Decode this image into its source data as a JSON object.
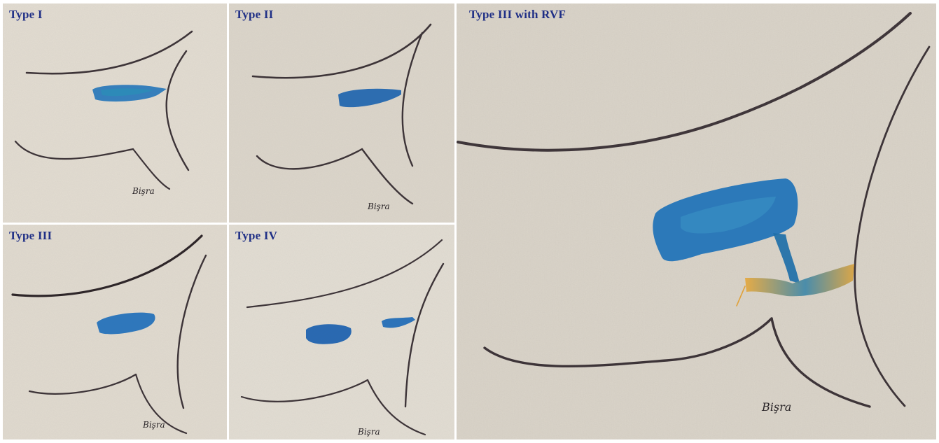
{
  "figure": {
    "panels": [
      {
        "label": "Type I",
        "signature": "Bişra",
        "paper_color": "#e3ddd2",
        "stain": "fistula tract (blue)"
      },
      {
        "label": "Type II",
        "signature": "Bişra",
        "paper_color": "#dcd6cb",
        "stain": "fistula tract (blue)"
      },
      {
        "label": "Type III",
        "signature": "Bişra",
        "paper_color": "#e1dbd0",
        "stain": "fistula tract (blue)"
      },
      {
        "label": "Type IV",
        "signature": "Bişra",
        "paper_color": "#e3ded4",
        "stain": "two separate tracts (blue)"
      },
      {
        "label": "Type III with RVF",
        "signature": "Bişra",
        "paper_color": "#dad4c9",
        "stain": "fistula tract (blue) with rectovaginal fistula (orange)"
      }
    ],
    "colors": {
      "label_text": "#1f2f86",
      "ink": "#3d3438",
      "fistula_blue": "#1f72b8",
      "rvf_orange": "#e0a23c"
    }
  }
}
